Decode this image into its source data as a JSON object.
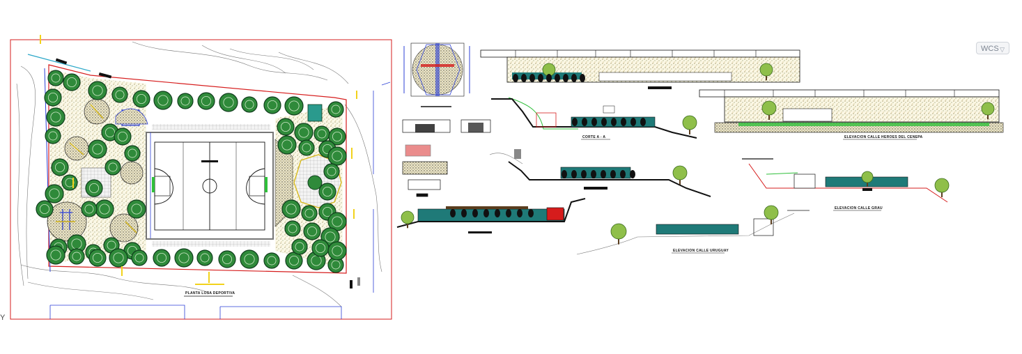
{
  "viewport": {
    "wcs_label": "WCS",
    "ucs_axis_label": "Y"
  },
  "drawing": {
    "plan_title": "PLANTA LOSA DEPORTIVA",
    "section_title": "CORTE  A - A",
    "elevation_heroes": "ELEVACION CALLE HEROES DEL CENEPA",
    "elevation_uruguay": "ELEVACION CALLE URUGUAY",
    "elevation_grau": "ELEVACION CALLE GRAU"
  },
  "colors": {
    "frame_red": "#d61c1c",
    "tree_green": "#2f8a3a",
    "tree_dark": "#0f3d1c",
    "court_line": "#111111",
    "terrain": "#333333",
    "accent_yellow": "#f2d21b",
    "accent_blue": "#2b3fd6",
    "wall_teal": "#1f7a78"
  }
}
